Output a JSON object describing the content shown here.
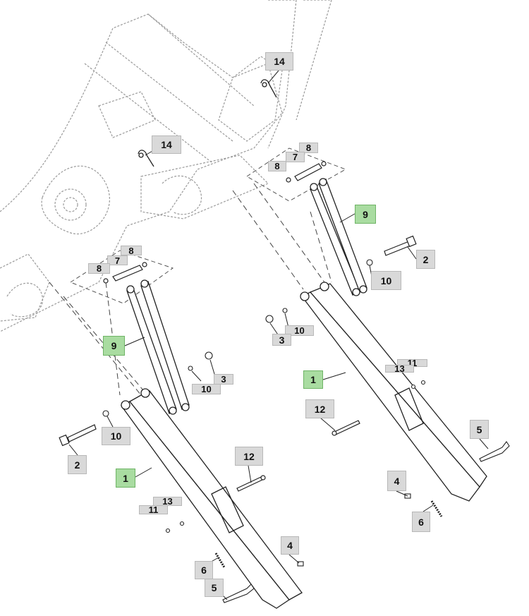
{
  "callouts": {
    "c14a": "14",
    "c14b": "14",
    "c8_top1": "8",
    "c7_top": "7",
    "c8_top2": "8",
    "c9_right": "9",
    "c2_right": "2",
    "c10_right_a": "10",
    "c3_right": "3",
    "c10_right_b": "10",
    "c1_right": "1",
    "c13_right": "13",
    "c11_right": "11",
    "c12_right": "12",
    "c5_right": "5",
    "c4_right": "4",
    "c6_right": "6",
    "c8_left1": "8",
    "c7_left": "7",
    "c8_left2": "8",
    "c9_left": "9",
    "c3_left": "3",
    "c10_left_a": "10",
    "c10_left_b": "10",
    "c2_left": "2",
    "c1_left": "1",
    "c12_left": "12",
    "c13_left": "13",
    "c11_left": "11",
    "c4_left": "4",
    "c6_left": "6",
    "c5_left": "5"
  },
  "colors": {
    "callout_gray": "#d9d9d9",
    "callout_green": "#a9dca1",
    "line": "#222222",
    "ghost_line": "#9a9a9a"
  }
}
